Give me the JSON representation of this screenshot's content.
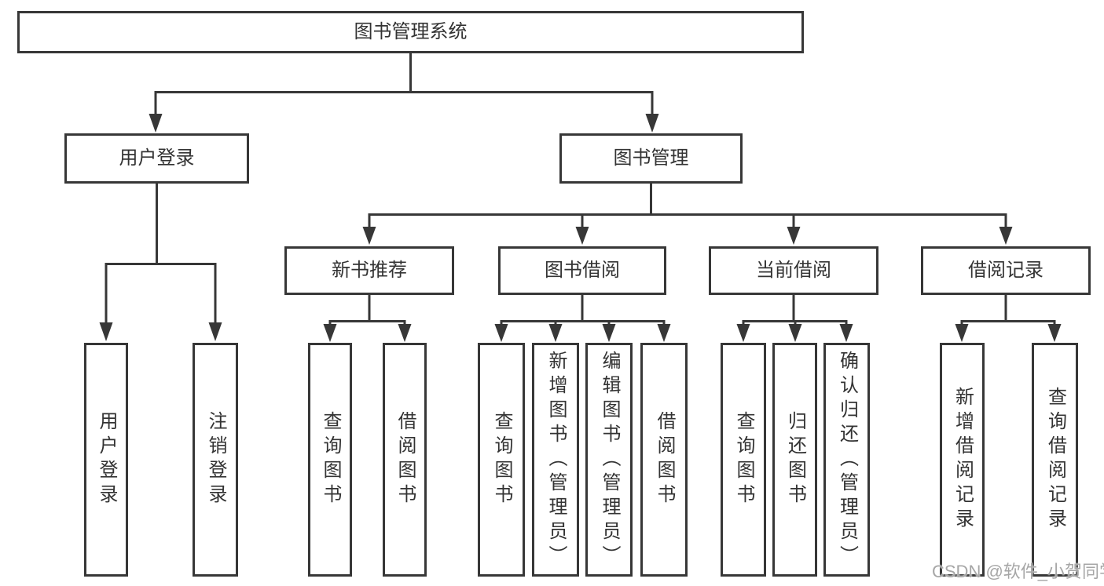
{
  "tree": {
    "label": "图书管理系统",
    "children": [
      {
        "label": "用户登录",
        "children": [
          {
            "label": "用户登录"
          },
          {
            "label": "注销登录"
          }
        ]
      },
      {
        "label": "图书管理",
        "children": [
          {
            "label": "新书推荐",
            "children": [
              {
                "label": "查询图书"
              },
              {
                "label": "借阅图书"
              }
            ]
          },
          {
            "label": "图书借阅",
            "children": [
              {
                "label": "查询图书"
              },
              {
                "label": "新增图书（管理员）"
              },
              {
                "label": "编辑图书（管理员）"
              },
              {
                "label": "借阅图书"
              }
            ]
          },
          {
            "label": "当前借阅",
            "children": [
              {
                "label": "查询图书"
              },
              {
                "label": "归还图书"
              },
              {
                "label": "确认归还（管理员）"
              }
            ]
          },
          {
            "label": "借阅记录",
            "children": [
              {
                "label": "新增借阅记录"
              },
              {
                "label": "查询借阅记录"
              }
            ]
          }
        ]
      }
    ]
  },
  "watermark": {
    "text": "CSDN @软件_小贺同学"
  },
  "colors": {
    "line": "#373737",
    "node_border": "#373737",
    "node_text": "#333333",
    "background": "#ffffff",
    "watermark": "#969696"
  }
}
